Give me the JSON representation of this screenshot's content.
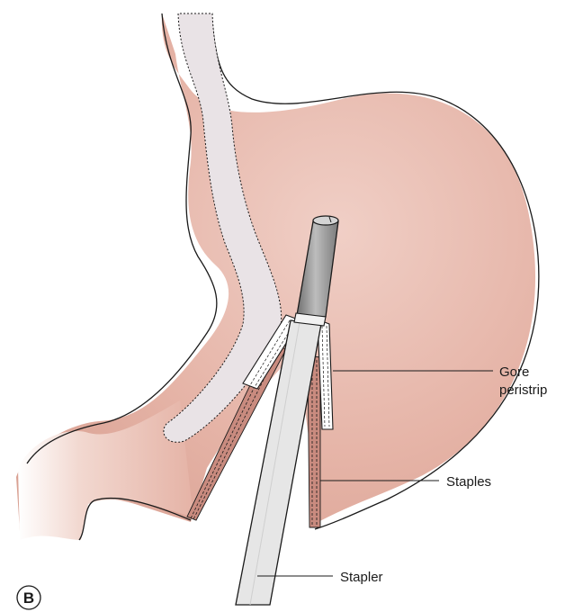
{
  "panel_label": "B",
  "labels": {
    "gore_line1": "Gore",
    "gore_line2": "peristrip",
    "staples": "Staples",
    "stapler": "Stapler"
  },
  "colors": {
    "stomach": "#e8b9ac",
    "stomach_edge": "#1a1a1a",
    "lumen": "#e9e3e6",
    "stapler": "#e6e6e6",
    "bougie_body": "#a9a9a9",
    "strip": "#ffffff",
    "staple_band": "#c98b7f"
  }
}
